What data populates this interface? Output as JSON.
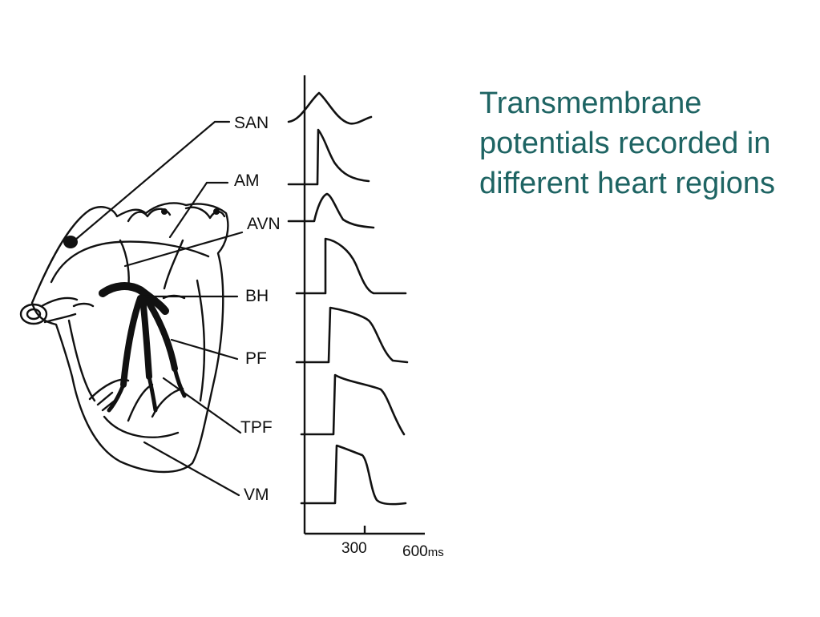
{
  "title": "Transmembrane potentials recorded in different heart regions",
  "labels": {
    "san": "SAN",
    "am": "AM",
    "avn": "AVN",
    "bh": "BH",
    "pf": "PF",
    "tpf": "TPF",
    "vm": "VM"
  },
  "axis": {
    "tick_300": "300",
    "tick_600_value": "600",
    "tick_600_unit": "ms"
  },
  "colors": {
    "title": "#1e6463",
    "ink": "#111111",
    "background": "#ffffff"
  }
}
